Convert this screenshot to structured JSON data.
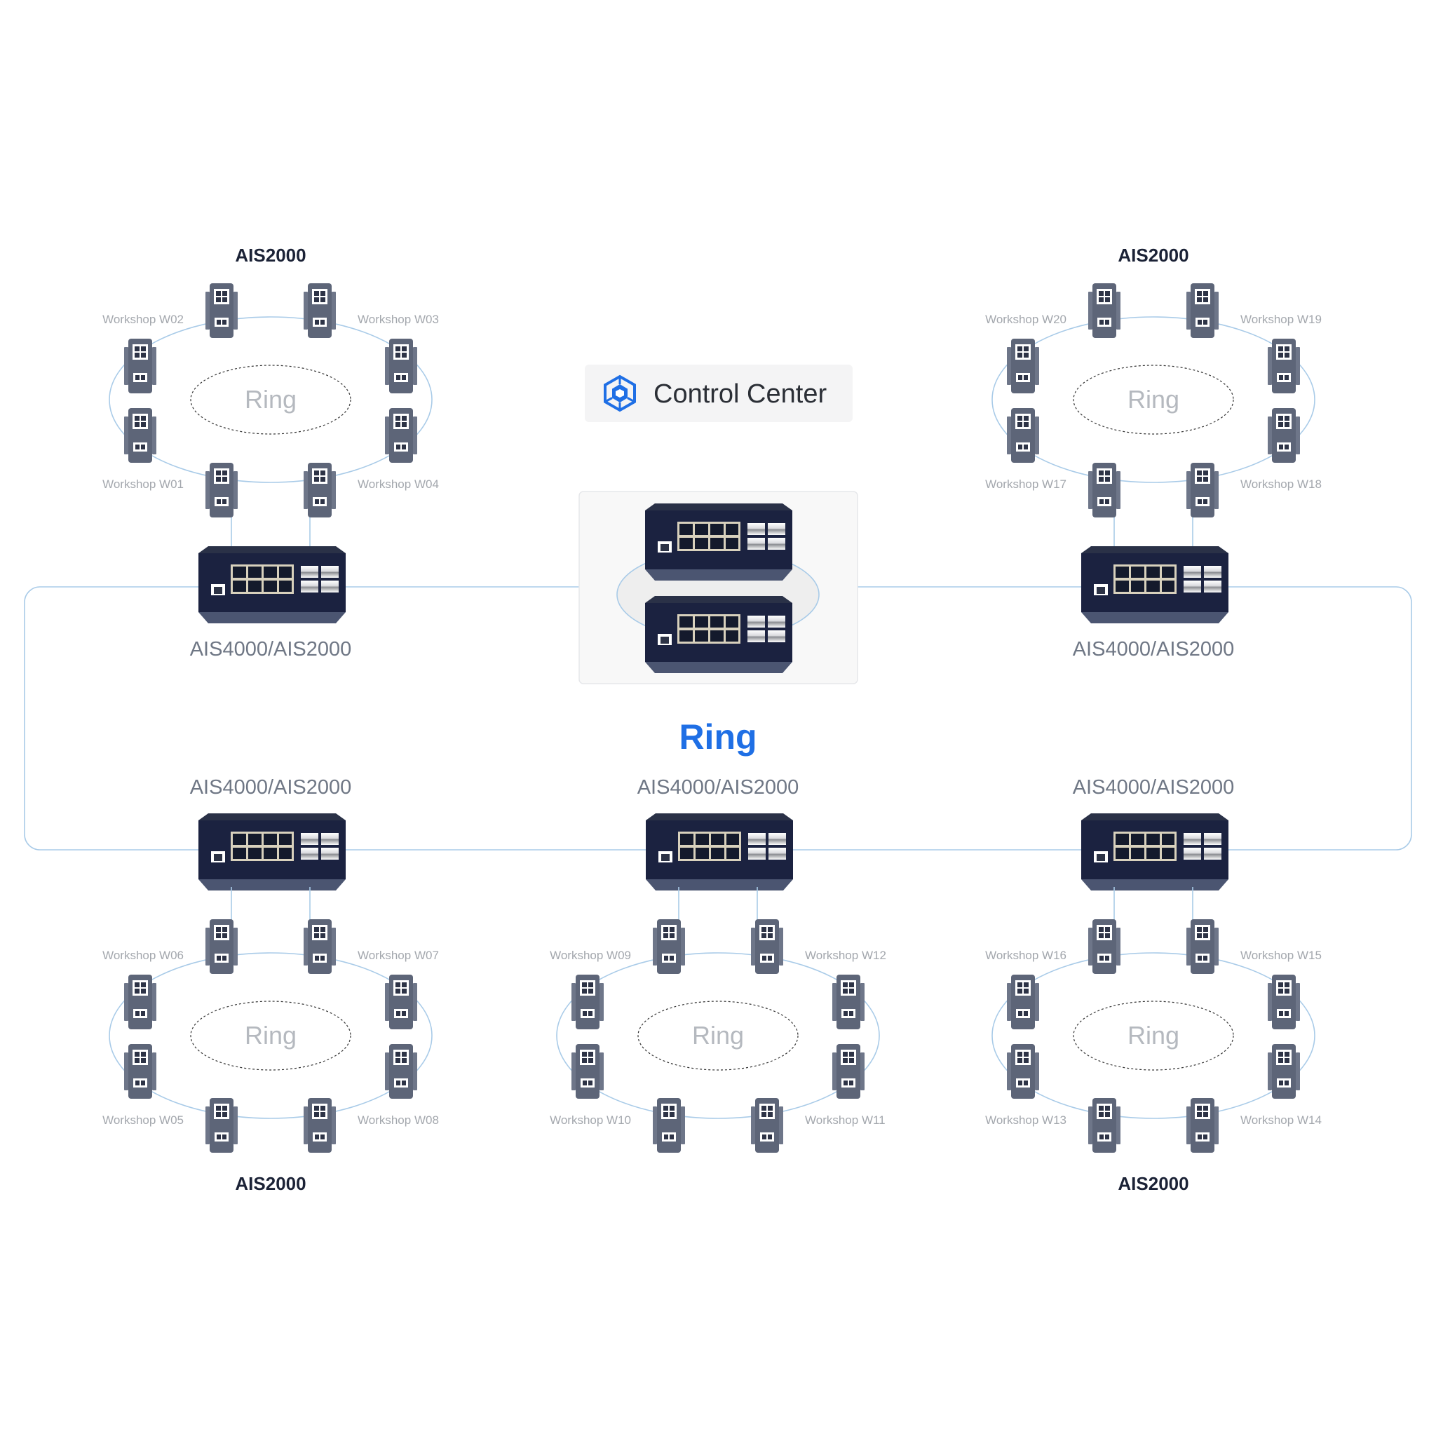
{
  "control_center": {
    "label": "Control Center",
    "icon": "cube-network-icon"
  },
  "ring_title": "Ring",
  "core_models": {
    "top_left": "AIS4000/AIS2000",
    "top_right": "AIS4000/AIS2000",
    "bottom_left": "AIS4000/AIS2000",
    "bottom_center": "AIS4000/AIS2000",
    "bottom_right": "AIS4000/AIS2000"
  },
  "sub_rings": {
    "top_left": {
      "model": "AIS2000",
      "ring_label": "Ring",
      "workshops": [
        "Workshop W02",
        "Workshop W03",
        "Workshop W01",
        "Workshop W04"
      ]
    },
    "top_right": {
      "model": "AIS2000",
      "ring_label": "Ring",
      "workshops": [
        "Workshop W20",
        "Workshop W19",
        "Workshop W17",
        "Workshop W18"
      ]
    },
    "bottom_left": {
      "model": "AIS2000",
      "ring_label": "Ring",
      "workshops": [
        "Workshop W06",
        "Workshop W07",
        "Workshop W05",
        "Workshop W08"
      ]
    },
    "bottom_center": {
      "model": "",
      "ring_label": "Ring",
      "workshops": [
        "Workshop W09",
        "Workshop W12",
        "Workshop W10",
        "Workshop W11"
      ]
    },
    "bottom_right": {
      "model": "AIS2000",
      "ring_label": "Ring",
      "workshops": [
        "Workshop W16",
        "Workshop W15",
        "Workshop W13",
        "Workshop W14"
      ]
    }
  },
  "colors": {
    "ring_title": "#1f6fe5",
    "link_line": "#a9cbe8",
    "switch_body": "#1b2240",
    "switch_base": "#4b5571",
    "node_body": "#5d6578"
  }
}
